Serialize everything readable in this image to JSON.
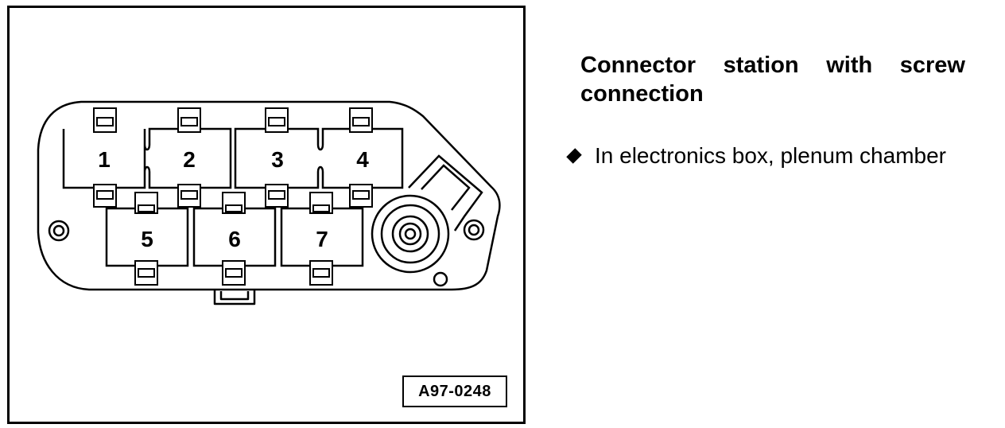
{
  "figure": {
    "id": "A97-0248",
    "connectors": [
      {
        "number": "1"
      },
      {
        "number": "2"
      },
      {
        "number": "3"
      },
      {
        "number": "4"
      },
      {
        "number": "5"
      },
      {
        "number": "6"
      },
      {
        "number": "7"
      }
    ]
  },
  "caption": {
    "title": "Connector station with screw connection",
    "items": [
      {
        "text": "In electronics box, plenum chamber"
      }
    ]
  }
}
